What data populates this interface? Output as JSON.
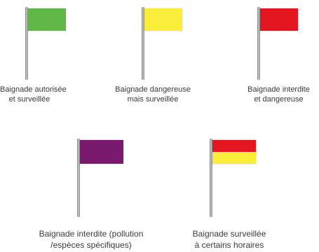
{
  "flags": [
    {
      "id": "green",
      "color": "#5fb745",
      "caption": [
        "Baignade autorisée",
        "et surveillée"
      ]
    },
    {
      "id": "yellow",
      "color": "#fbee3a",
      "caption": [
        "Baignade dangereuse",
        "mais surveillée"
      ]
    },
    {
      "id": "red",
      "color": "#e3161f",
      "caption": [
        "Baignade interdite",
        "et dangereuse"
      ]
    },
    {
      "id": "purple",
      "color": "#7a1a6e",
      "caption": [
        "Baignade interdite (pollution",
        "/espèces spécifiques)"
      ]
    },
    {
      "id": "red-yellow",
      "colors": [
        "#e3161f",
        "#fbee3a"
      ],
      "caption": [
        "Baignade surveillée",
        "à certains horaires"
      ]
    }
  ]
}
